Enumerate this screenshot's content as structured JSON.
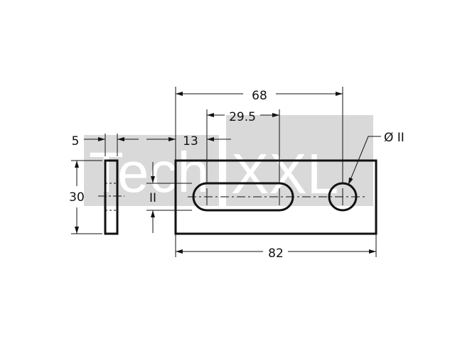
{
  "watermark": {
    "text_a": "Tech",
    "text_b": "XXL",
    "band_color": "#d9d9d9"
  },
  "colors": {
    "line": "#111111",
    "centerline": "#333333"
  },
  "dimensions": {
    "overall_length": "82",
    "hole_span": "68",
    "slot_length": "29.5",
    "slot_offset": "13",
    "thickness": "5",
    "height": "30",
    "slot_width": "II",
    "hole_diameter": "Ø II"
  }
}
